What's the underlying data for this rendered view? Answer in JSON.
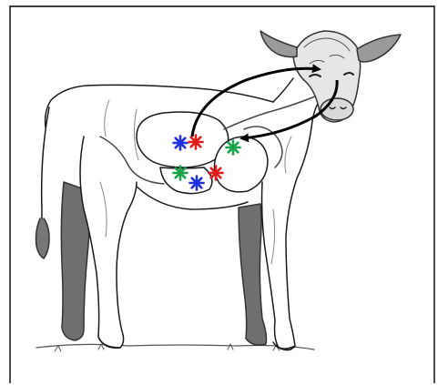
{
  "figure": {
    "subject_icon": "calf-illustration",
    "colors": {
      "frame": "#000000",
      "line": "#1a1a1a",
      "shade": "#6f6f6f",
      "arrow": "#000000",
      "blue": "#1f2fe0",
      "red": "#e11b1b",
      "green": "#17a34a"
    },
    "arrows": [
      {
        "id": "arrow-to-head",
        "direction": "stomach-to-head"
      },
      {
        "id": "arrow-to-stomach",
        "direction": "head-to-stomach"
      }
    ],
    "markers": [
      {
        "id": "marker-1",
        "color": "blue"
      },
      {
        "id": "marker-2",
        "color": "red"
      },
      {
        "id": "marker-3",
        "color": "green"
      },
      {
        "id": "marker-4",
        "color": "green"
      },
      {
        "id": "marker-5",
        "color": "red"
      },
      {
        "id": "marker-6",
        "color": "blue"
      }
    ]
  }
}
